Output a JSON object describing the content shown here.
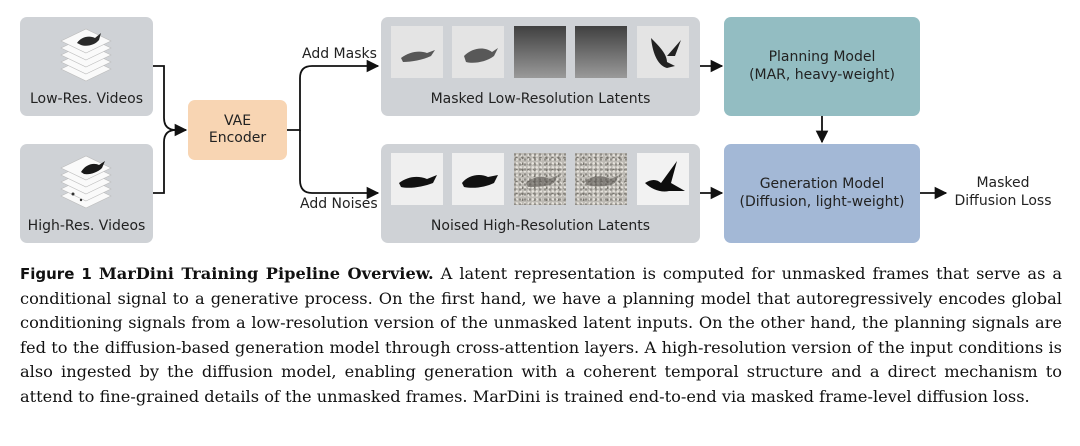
{
  "diagram": {
    "inputs": {
      "low_res": "Low-Res. Videos",
      "high_res": "High-Res. Videos"
    },
    "vae": {
      "line1": "VAE",
      "line2": "Encoder"
    },
    "edges": {
      "add_masks": "Add Masks",
      "add_noises": "Add Noises"
    },
    "latents": {
      "masked": "Masked Low-Resolution Latents",
      "noised": "Noised High-Resolution Latents"
    },
    "planning": {
      "line1": "Planning Model",
      "line2": "(MAR, heavy-weight)"
    },
    "generation": {
      "line1": "Generation Model",
      "line2": "(Diffusion, light-weight)"
    },
    "output": {
      "line1": "Masked",
      "line2": "Diffusion Loss"
    }
  },
  "caption": {
    "figure_label": "Figure 1",
    "title": "MarDini Training Pipeline Overview.",
    "text": "A latent representation is computed for unmasked frames that serve as a conditional signal to a generative process. On the first hand, we have a planning model that autoregressively encodes global conditioning signals from a low-resolution version of the unmasked latent inputs. On the other hand, the planning signals are fed to the diffusion-based generation model through cross-attention layers. A high-resolution version of the input conditions is also ingested by the diffusion model, enabling generation with a coherent temporal structure and a direct mechanism to attend to fine-grained details of the unmasked frames. MarDini is trained end-to-end via masked frame-level diffusion loss."
  },
  "colors": {
    "input_box": "#cfd2d6",
    "vae": "#f8d5b3",
    "planning": "#93bdc2",
    "generation": "#a3b8d6"
  }
}
